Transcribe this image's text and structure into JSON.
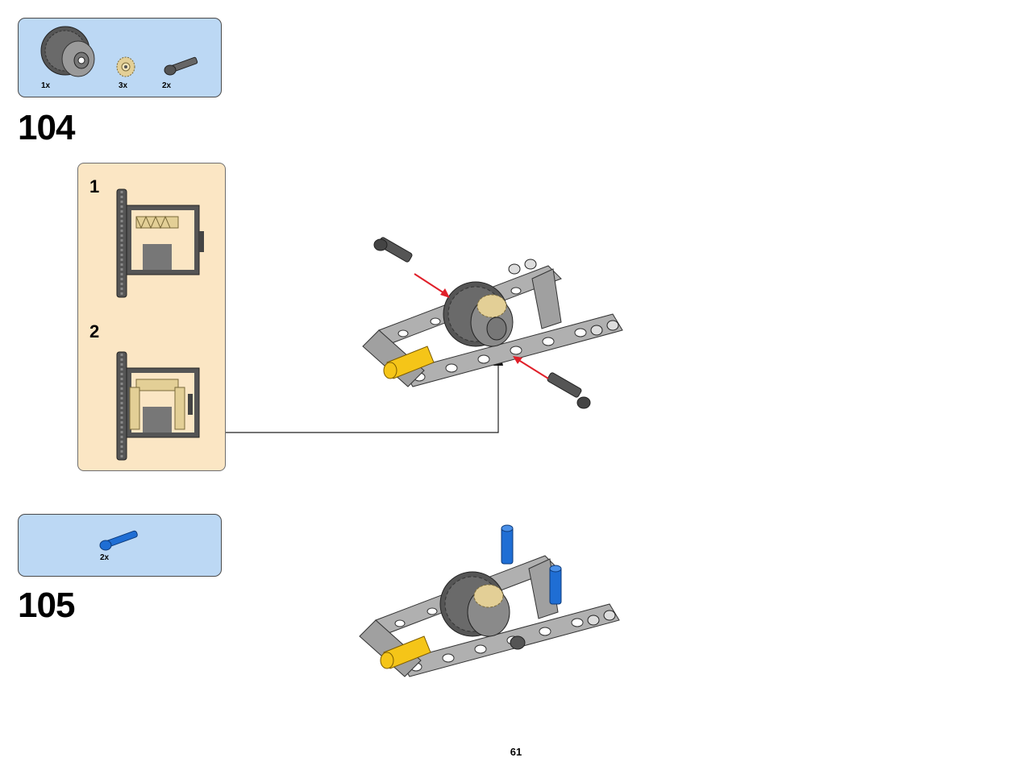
{
  "steps": [
    {
      "number": "104",
      "parts": [
        {
          "icon": "differential-gear-icon",
          "qty": "1x"
        },
        {
          "icon": "bevel-gear-icon",
          "qty": "3x"
        },
        {
          "icon": "axle-pin-icon",
          "qty": "2x"
        }
      ],
      "substeps": [
        {
          "number": "1"
        },
        {
          "number": "2"
        }
      ]
    },
    {
      "number": "105",
      "parts": [
        {
          "icon": "blue-axle-pin-icon",
          "qty": "2x"
        }
      ]
    }
  ],
  "page_number": "61",
  "colors": {
    "parts_box_bg": "#bcd8f4",
    "substep_box_bg": "#fbe6c4",
    "beam_gray": "#a8a8a8",
    "dark_gray": "#5a5a5a",
    "tan": "#e3cf96",
    "axle_yellow": "#f5c518",
    "pin_blue": "#1f6ed4",
    "arrow_red": "#e0202a"
  }
}
